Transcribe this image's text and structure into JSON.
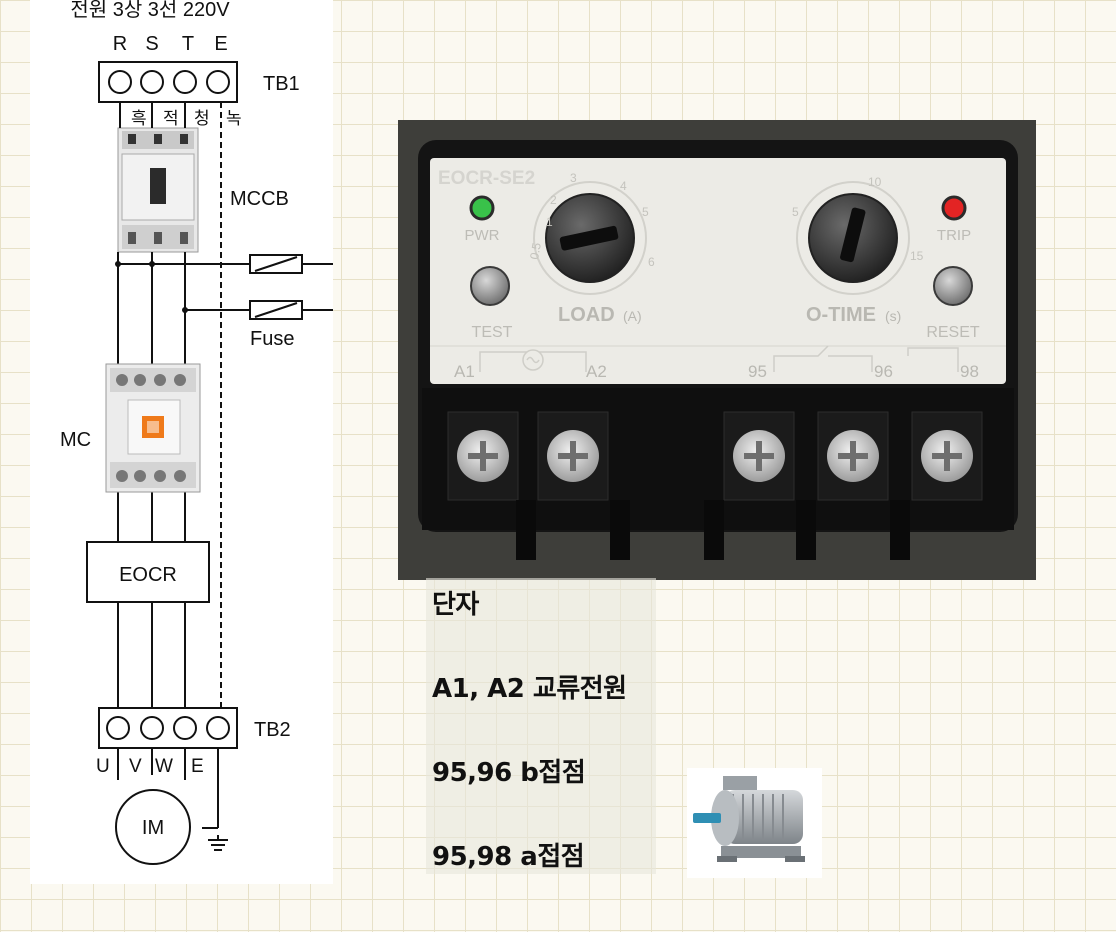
{
  "diagram": {
    "supply_label": "전원 3상 3선 220V",
    "phase_labels": [
      "R",
      "S",
      "T",
      "E"
    ],
    "wire_colors": [
      "흑",
      "적",
      "청",
      "녹"
    ],
    "tb1_label": "TB1",
    "mccb_label": "MCCB",
    "fuse_label": "Fuse",
    "mc_label": "MC",
    "eocr_box_label": "EOCR",
    "tb2_label": "TB2",
    "output_labels": [
      "U",
      "V",
      "W",
      "E"
    ],
    "motor_label": "IM"
  },
  "device": {
    "model": "EOCR-SE2",
    "pwr_label": "PWR",
    "trip_label": "TRIP",
    "test_label": "TEST",
    "reset_label": "RESET",
    "load_label": "LOAD",
    "load_unit": "(A)",
    "otime_label": "O-TIME",
    "otime_unit": "(s)",
    "load_scale": [
      "0.5",
      "1",
      "2",
      "3",
      "4",
      "5",
      "6"
    ],
    "otime_scale": [
      "5",
      "10",
      "15"
    ],
    "terminals": [
      "A1",
      "A2",
      "95",
      "96",
      "98"
    ],
    "colors": {
      "pwr_led": "#39c24a",
      "trip_led": "#e32424",
      "body": "#141414",
      "face": "#ecebe6"
    }
  },
  "notes": {
    "title": "단자",
    "line1": "A1, A2 교류전원",
    "line2": "95,96 b접점",
    "line3": "95,98 a접점"
  },
  "motor_photo": {
    "icon": "induction-motor-icon"
  }
}
